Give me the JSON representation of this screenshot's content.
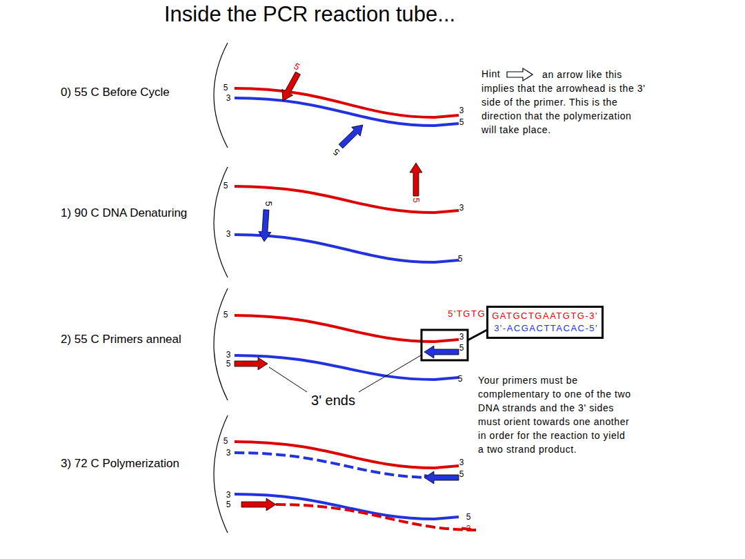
{
  "diagram": {
    "title": "Inside the PCR reaction tube...",
    "nodes": [
      {
        "text": [
          "GATGCTGAATGTG-3'",
          "3'-ACGACTTACAC-5'"
        ]
      }
    ],
    "labels": [
      "0) 55 C Before Cycle",
      "1) 90 C DNA Denaturing",
      "2) 55 C Primers anneal",
      "3) 72 C Polymerization",
      "5",
      "3",
      "3",
      "5",
      "5",
      "5",
      "5",
      "3",
      "3",
      "5",
      "5",
      "5",
      "5",
      "3",
      "5",
      "3",
      "5",
      "5",
      "3' ends",
      "5",
      "3",
      "3",
      "5",
      "3",
      "5",
      "5",
      "3",
      "Hint",
      "an arrow like this implies that the arrowhead is the 3' side of the primer. This is the direction that the polymerization will take place.",
      "5'TGTG",
      "Your primers must be complementary to one of the two DNA strands and the 3' sides must orient towards one another in order for the reaction to yield a two strand product."
    ]
  }
}
